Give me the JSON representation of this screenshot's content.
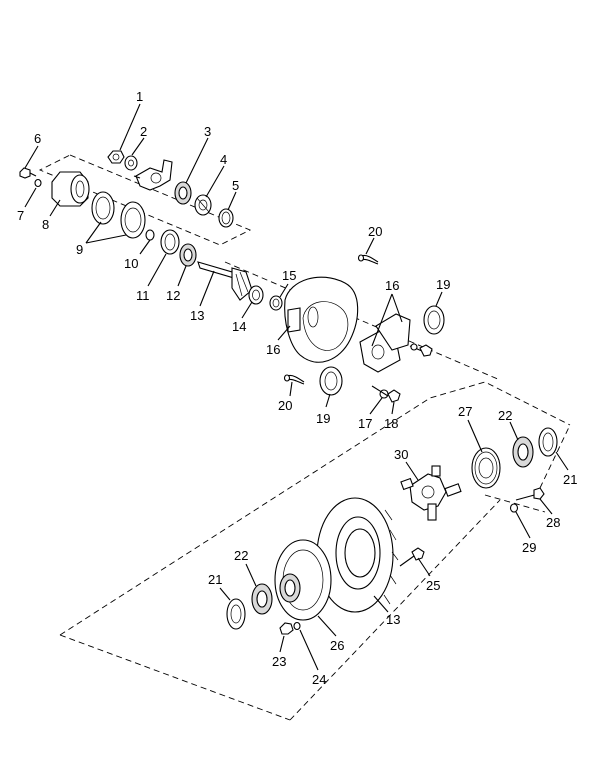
{
  "callouts": [
    "1",
    "2",
    "3",
    "4",
    "5",
    "6",
    "7",
    "8",
    "9",
    "10",
    "11",
    "12",
    "13",
    "14",
    "15",
    "16",
    "17",
    "18",
    "19",
    "20",
    "21",
    "22",
    "23",
    "24",
    "25",
    "26",
    "27",
    "28",
    "29",
    "30"
  ]
}
